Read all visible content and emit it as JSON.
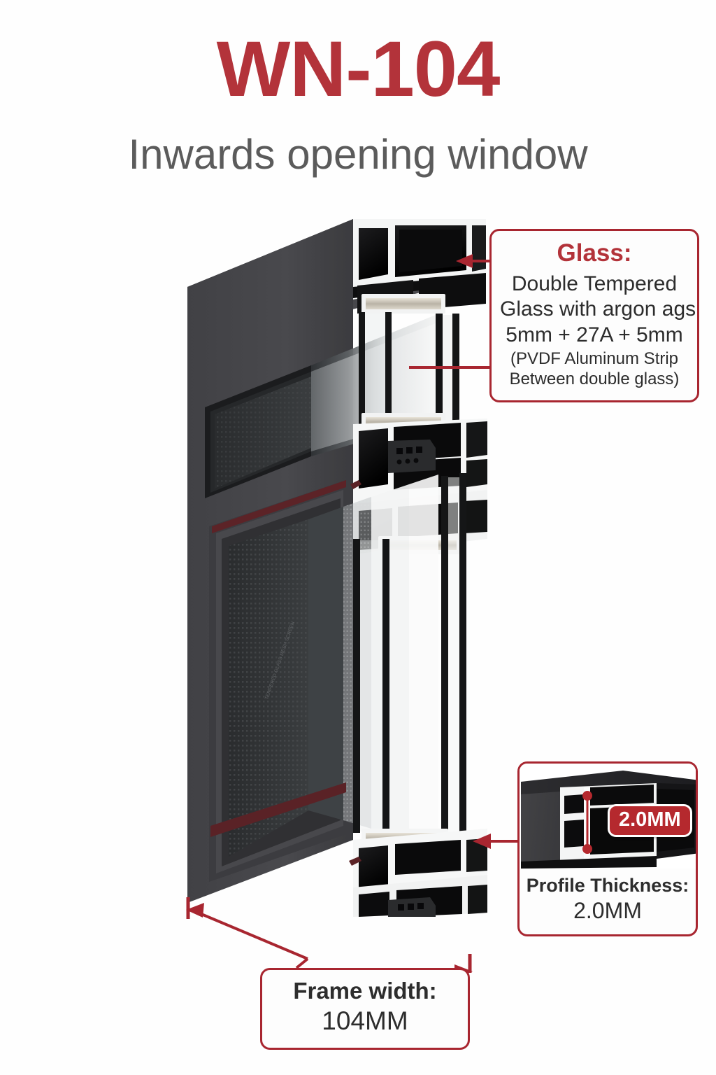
{
  "header": {
    "title": "WN-104",
    "subtitle": "Inwards opening window",
    "title_color": "#b3333a",
    "subtitle_color": "#5b5b5b"
  },
  "accent": {
    "red": "#b3333a",
    "border_red": "#a82630",
    "badge_red": "#b5292e",
    "frame_gray": "#4a4a4c",
    "background": "#fefefe"
  },
  "callouts": {
    "glass": {
      "title": "Glass:",
      "lines": [
        "Double Tempered",
        "Glass with argon ags",
        "5mm + 27A + 5mm"
      ],
      "notes": [
        "(PVDF Aluminum Strip",
        "Between double glass)"
      ]
    },
    "profile": {
      "badge": "2.0MM",
      "caption_label": "Profile Thickness:",
      "caption_value": "2.0MM"
    },
    "frame": {
      "label": "Frame width:",
      "value": "104MM"
    }
  },
  "product": {
    "name": "aluminium-window-profile-cutaway",
    "description": "3D cutaway render of inwards opening aluminium window showing frame, sash, thermal break and double glazing"
  }
}
